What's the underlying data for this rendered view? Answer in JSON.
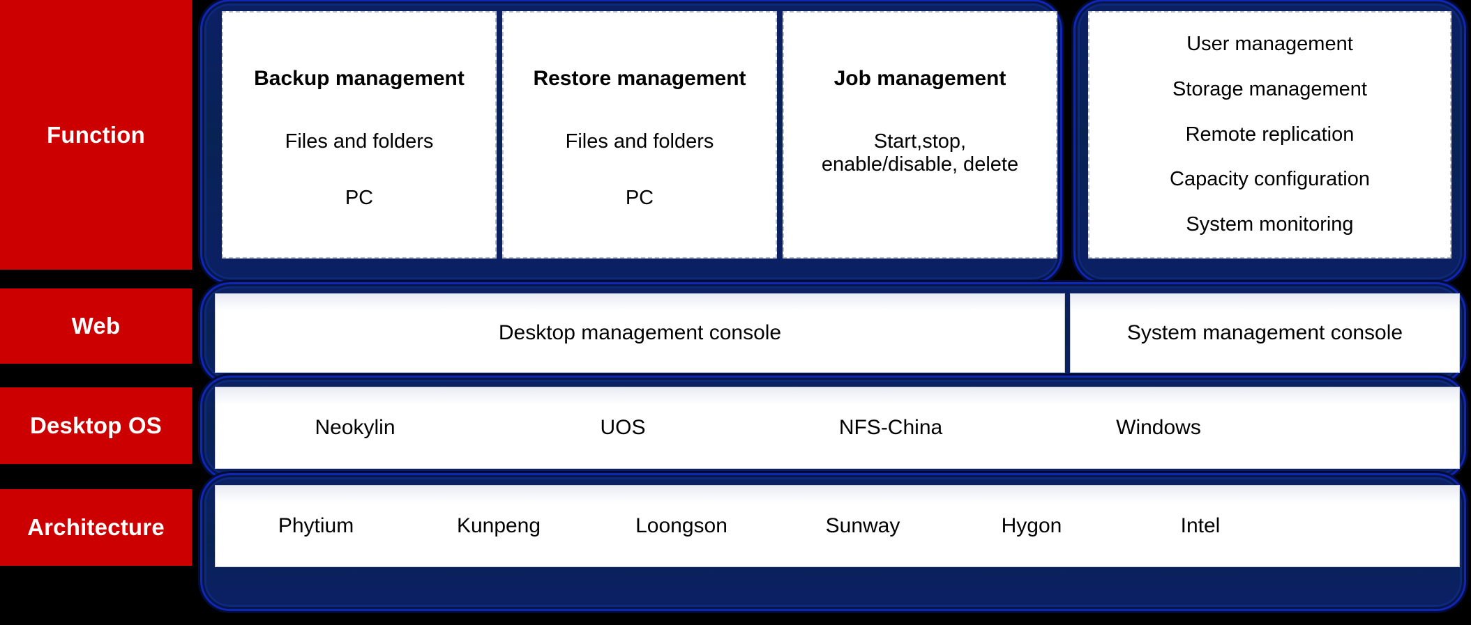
{
  "colors": {
    "rail_red": "#CC0000",
    "slab_navy": "#072354",
    "slab_outline_blue": "#1026B4",
    "panel_white": "#FFFFFF",
    "text_black": "#000000",
    "rail_text": "#FFFFFF",
    "background": "#000000",
    "dashed_border": "#BCBFC7"
  },
  "rows": {
    "function_label": "Function",
    "web_label": "Web",
    "desktop_os_label": "Desktop OS",
    "architecture_label": "Architecture"
  },
  "function": {
    "cards": [
      {
        "title": "Backup management",
        "line1": "Files and folders",
        "line2": "PC"
      },
      {
        "title": "Restore management",
        "line1": "Files and folders",
        "line2": "PC"
      },
      {
        "title": "Job management",
        "line1": "Start,stop,",
        "line2": "enable/disable, delete"
      }
    ],
    "system_card": {
      "items": [
        "User management",
        "Storage management",
        "Remote replication",
        "Capacity configuration",
        "System monitoring"
      ]
    }
  },
  "web": {
    "panels": [
      "Desktop management console",
      "System management console"
    ]
  },
  "desktop_os": {
    "items": [
      "Neokylin",
      "UOS",
      "NFS-China",
      "Windows"
    ]
  },
  "architecture": {
    "items": [
      "Phytium",
      "Kunpeng",
      "Loongson",
      "Sunway",
      "Hygon",
      "Intel"
    ]
  }
}
